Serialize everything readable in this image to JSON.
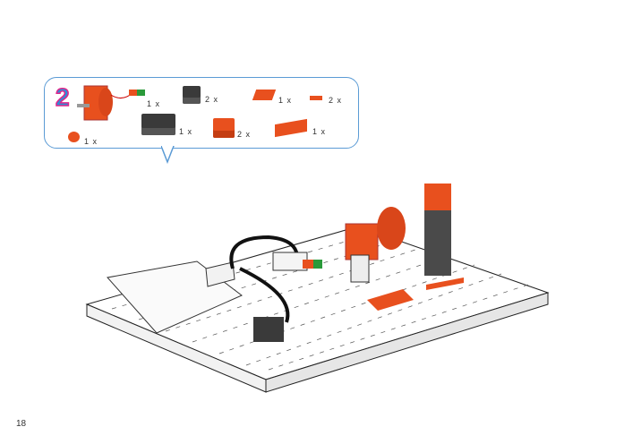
{
  "step": {
    "number": "2"
  },
  "parts": [
    {
      "name": "motor-with-cable",
      "qty": "1 x"
    },
    {
      "name": "black-building-block-15",
      "qty": "2 x"
    },
    {
      "name": "red-angle-piece",
      "qty": "1 x"
    },
    {
      "name": "red-small-connector",
      "qty": "2 x"
    },
    {
      "name": "pulley",
      "qty": "1 x"
    },
    {
      "name": "black-building-block-30",
      "qty": "1 x"
    },
    {
      "name": "red-building-block",
      "qty": "2 x"
    },
    {
      "name": "red-plate",
      "qty": "1 x"
    }
  ],
  "colors": {
    "accent": "#5b9bd5",
    "part_red": "#e8501e",
    "part_black": "#3a3a3a"
  },
  "page": {
    "number": "18"
  }
}
